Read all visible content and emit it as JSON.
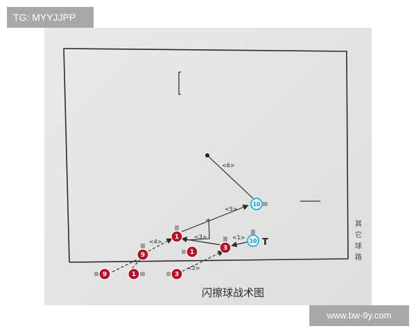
{
  "watermark": {
    "top_left": "TG: MYYJJPP",
    "bottom_right": "www.bw-9y.com"
  },
  "diagram": {
    "caption": "闪擦球战术图",
    "side_text": [
      "其",
      "它",
      "球",
      "路"
    ],
    "t_marker": "T",
    "players": [
      {
        "id": "p10-top",
        "number": "10",
        "team": "blue"
      },
      {
        "id": "p10-right",
        "number": "10",
        "team": "blue"
      },
      {
        "id": "p1-mid",
        "number": "1",
        "team": "red"
      },
      {
        "id": "p3-right",
        "number": "3",
        "team": "red"
      },
      {
        "id": "p9-mid",
        "number": "9",
        "team": "red"
      },
      {
        "id": "p1-lower",
        "number": "1",
        "team": "red"
      },
      {
        "id": "p9-bottom",
        "number": "9",
        "team": "red"
      },
      {
        "id": "p1-bottom",
        "number": "1",
        "team": "red"
      },
      {
        "id": "p3-bottom",
        "number": "3",
        "team": "red"
      }
    ],
    "steps": [
      {
        "id": "step-1",
        "label": "<1>"
      },
      {
        "id": "step-2",
        "label": "<2>"
      },
      {
        "id": "step-3",
        "label": "<3>"
      },
      {
        "id": "step-4",
        "label": "<4>"
      },
      {
        "id": "step-5",
        "label": "<5>"
      },
      {
        "id": "step-6",
        "label": "<6>"
      }
    ],
    "colors": {
      "red": "#b3122b",
      "blue": "#29b6d8",
      "line": "#2a2a2a"
    }
  }
}
